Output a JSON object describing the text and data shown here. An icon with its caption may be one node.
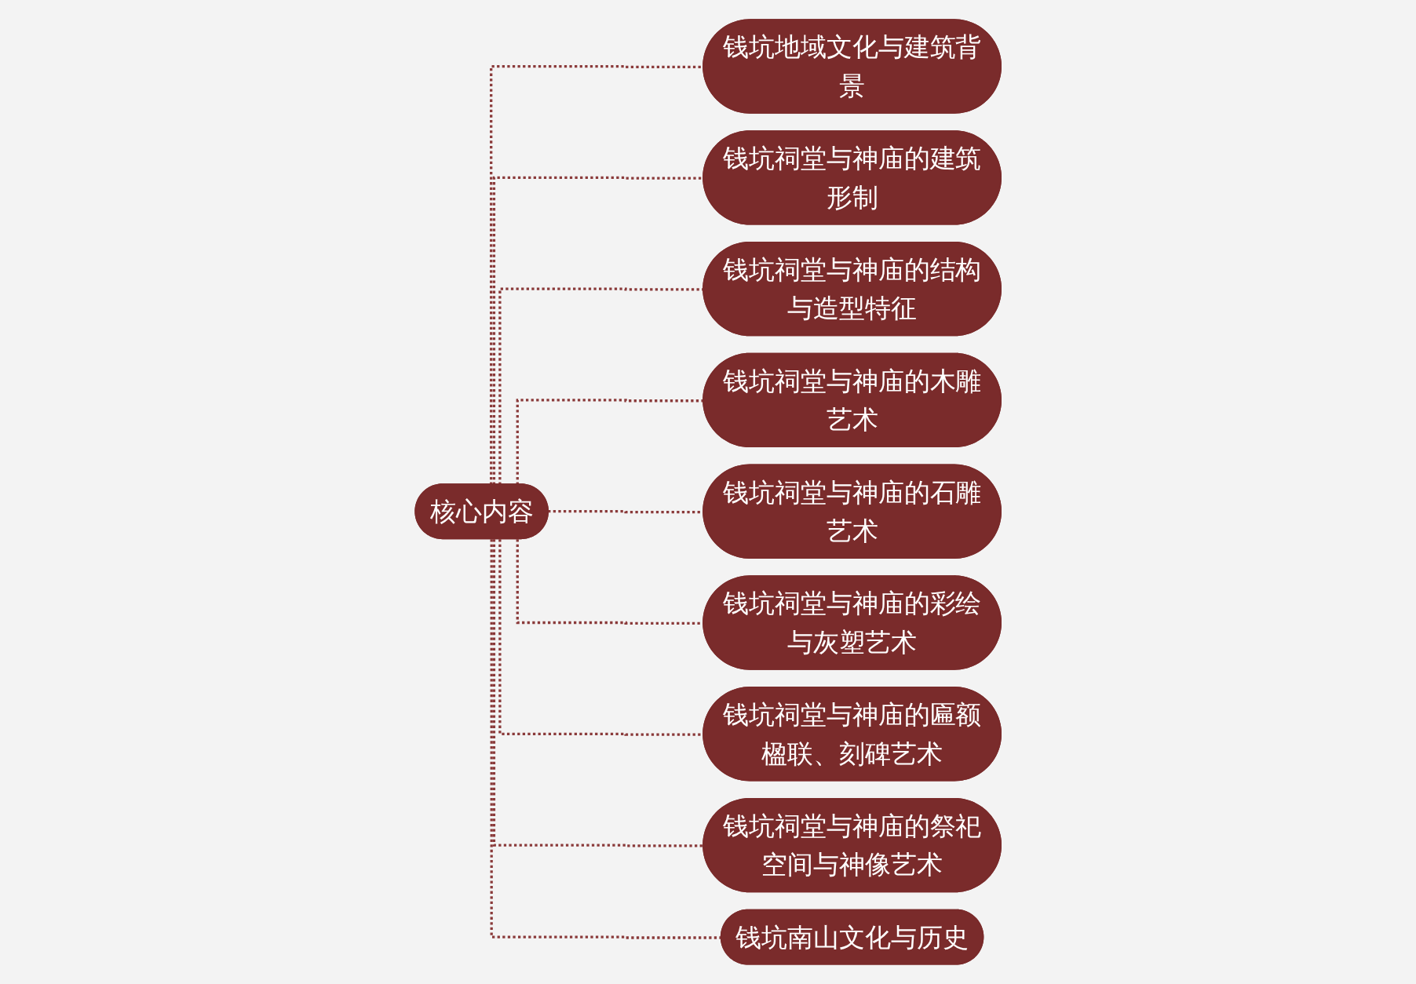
{
  "diagram": {
    "nodes": [
      {
        "text": [
          "核心内容"
        ]
      },
      {
        "text": [
          "钱坑地域文化与建筑背景"
        ]
      },
      {
        "text": [
          "钱坑祠堂与神庙的建筑形制"
        ]
      },
      {
        "text": [
          "钱坑祠堂与神庙的结构与造型特征"
        ]
      },
      {
        "text": [
          "钱坑祠堂与神庙的木雕艺术"
        ]
      },
      {
        "text": [
          "钱坑祠堂与神庙的石雕艺术"
        ]
      },
      {
        "text": [
          "钱坑祠堂与神庙的彩绘与灰塑艺术"
        ]
      },
      {
        "text": [
          "钱坑祠堂与神庙的匾额楹联、刻碑艺术"
        ]
      },
      {
        "text": [
          "钱坑祠堂与神庙的祭祀空间与神像艺术"
        ]
      },
      {
        "text": [
          "钱坑南山文化与历史"
        ]
      }
    ],
    "edges": [
      {
        "from": 0,
        "to": 1,
        "arrow": "none",
        "style": "dashed"
      },
      {
        "from": 0,
        "to": 2,
        "arrow": "none",
        "style": "dashed"
      },
      {
        "from": 0,
        "to": 3,
        "arrow": "none",
        "style": "dashed"
      },
      {
        "from": 0,
        "to": 4,
        "arrow": "none",
        "style": "dashed"
      },
      {
        "from": 0,
        "to": 5,
        "arrow": "none",
        "style": "dashed"
      },
      {
        "from": 0,
        "to": 6,
        "arrow": "none",
        "style": "dashed"
      },
      {
        "from": 0,
        "to": 7,
        "arrow": "none",
        "style": "dashed"
      },
      {
        "from": 0,
        "to": 8,
        "arrow": "none",
        "style": "dashed"
      },
      {
        "from": 0,
        "to": 9,
        "arrow": "none",
        "style": "dashed"
      }
    ]
  }
}
